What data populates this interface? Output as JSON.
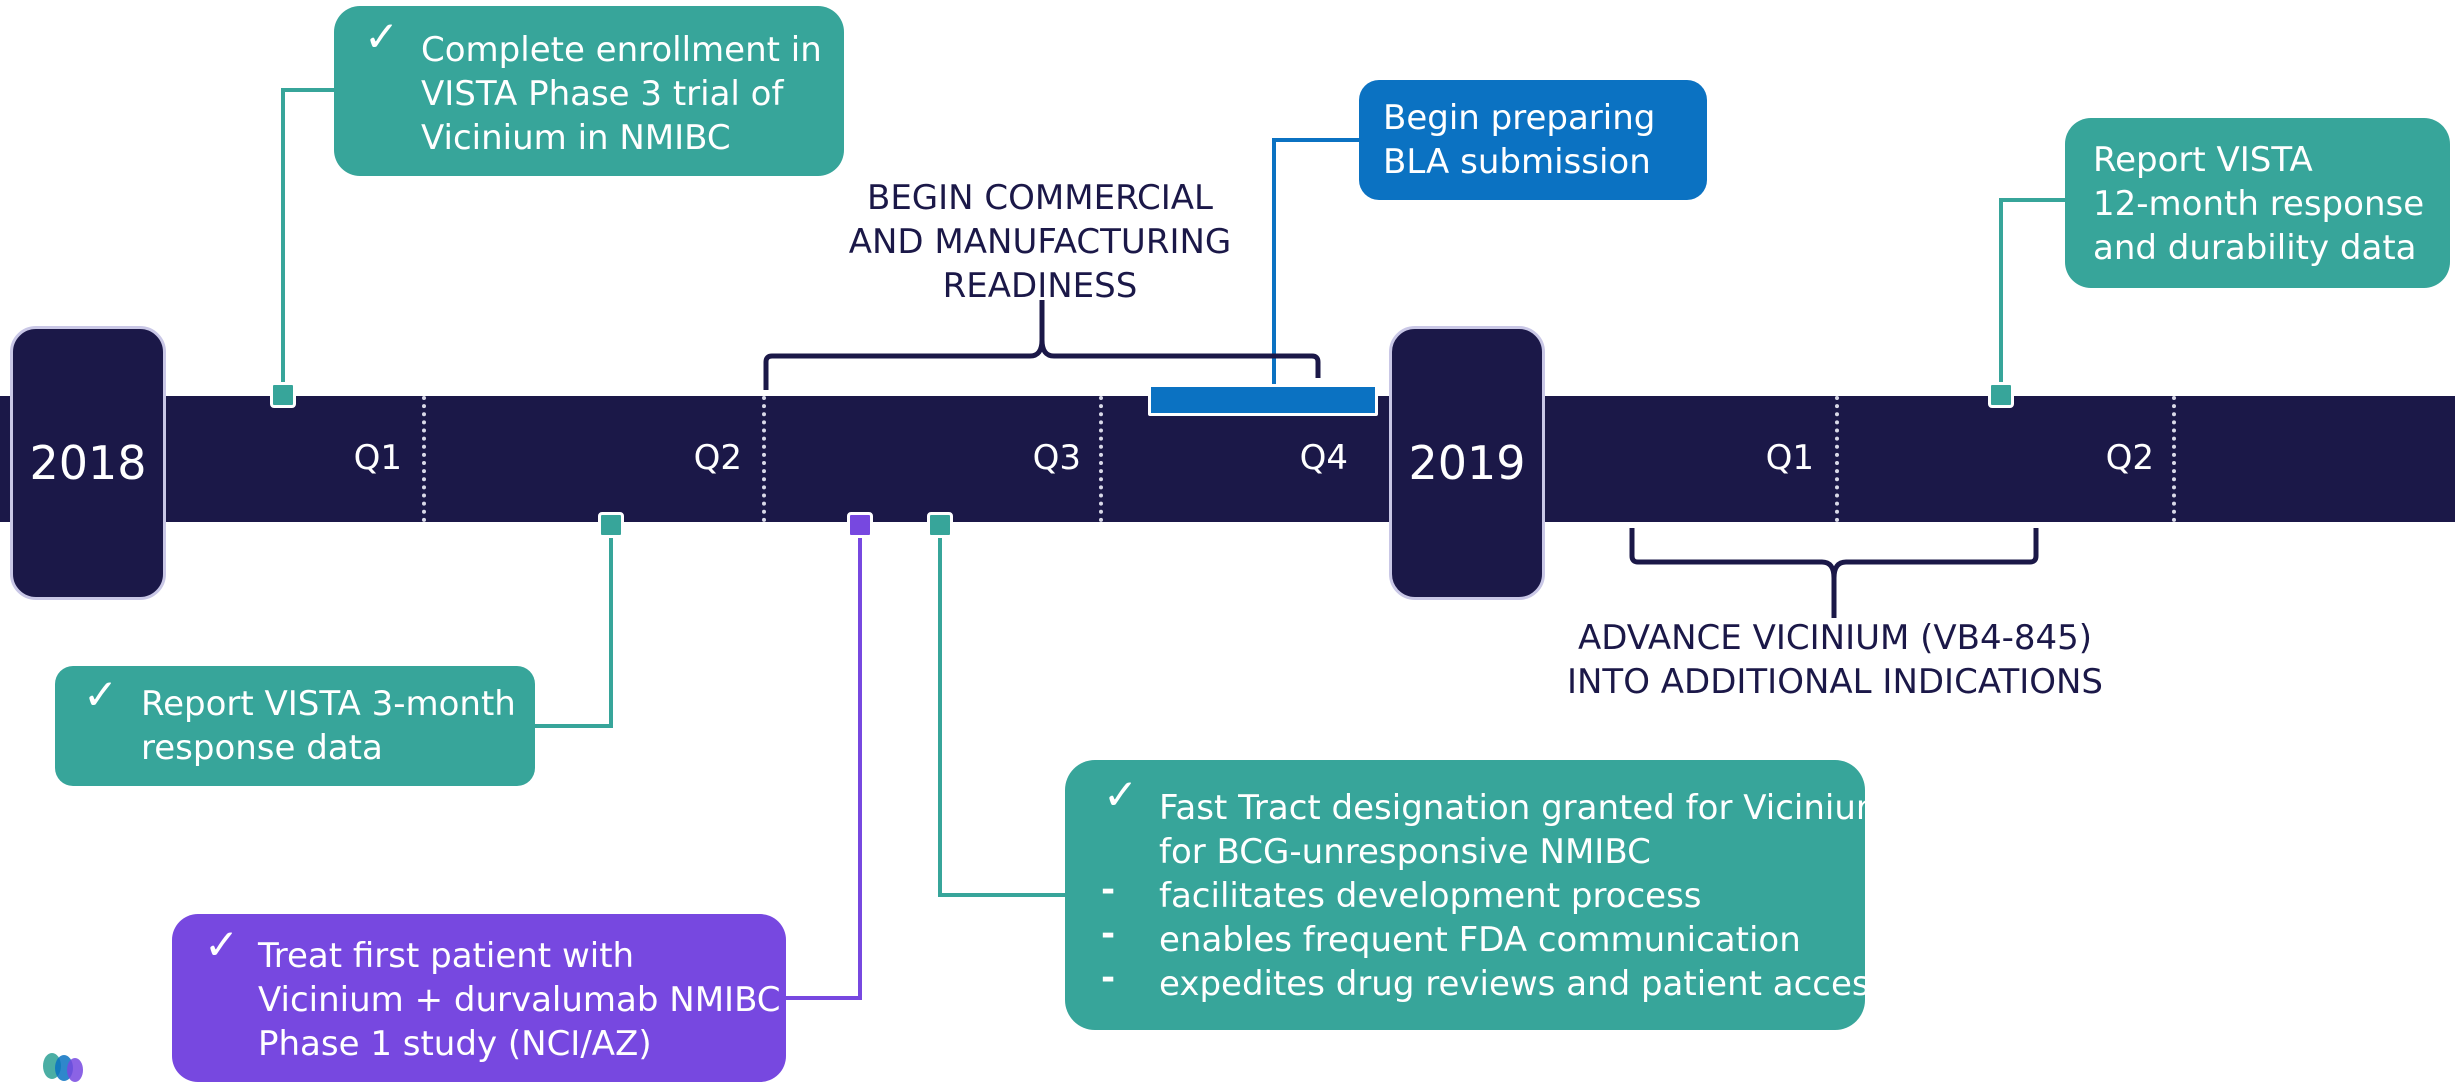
{
  "timeline": {
    "years": [
      {
        "id": "2018",
        "label": "2018"
      },
      {
        "id": "2019",
        "label": "2019"
      }
    ],
    "quarters_2018": [
      "Q1",
      "Q2",
      "Q3",
      "Q4"
    ],
    "quarters_2019": [
      "Q1",
      "Q2"
    ]
  },
  "headings": {
    "commercial": [
      "BEGIN COMMERCIAL",
      "AND MANUFACTURING",
      "READINESS"
    ],
    "indications": [
      "ADVANCE VICINIUM (VB4-845)",
      "INTO ADDITIONAL INDICATIONS"
    ]
  },
  "milestones": {
    "enrollment": {
      "check": "✓",
      "lines": [
        "Complete enrollment in",
        "VISTA Phase 3 trial of",
        "Vicinium in NMIBC"
      ]
    },
    "bla": {
      "lines": [
        "Begin preparing",
        "BLA submission"
      ]
    },
    "report12": {
      "lines": [
        "Report VISTA",
        "12-month response",
        "and durability data"
      ]
    },
    "report3": {
      "check": "✓",
      "lines": [
        "Report VISTA 3-month",
        "response data"
      ]
    },
    "fasttrack": {
      "check": "✓",
      "lines": [
        "Fast Tract designation granted for Vicinium",
        "for BCG-unresponsive NMIBC"
      ],
      "dash": "-",
      "bullets": [
        "facilitates development process",
        "enables frequent FDA communication",
        "expedites drug reviews and patient access"
      ]
    },
    "durvalumab": {
      "check": "✓",
      "lines": [
        "Treat first patient with",
        "Vicinium + durvalumab NMIBC",
        "Phase 1 study (NCI/AZ)"
      ]
    }
  },
  "colors": {
    "band": "#1b1848",
    "teal": "#37a59a",
    "purple": "#7748e0",
    "blue": "#0b72c2",
    "heading_text": "#1b1848"
  },
  "icons": {
    "logo": "company-logo-icon",
    "check": "check-icon"
  }
}
